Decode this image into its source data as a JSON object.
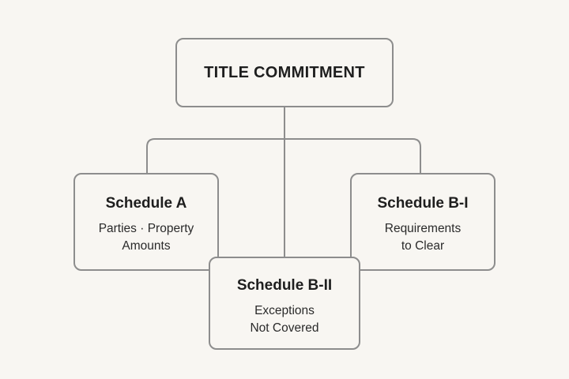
{
  "diagram": {
    "root": {
      "title": "TITLE COMMITMENT"
    },
    "schedule_a": {
      "title": "Schedule A",
      "line1": "Parties · Property",
      "line2": "Amounts"
    },
    "schedule_b1": {
      "title": "Schedule B-I",
      "line1": "Requirements",
      "line2": "to Clear"
    },
    "schedule_b2": {
      "title": "Schedule B-II",
      "line1": "Exceptions",
      "line2": "Not Covered"
    }
  },
  "colors": {
    "background": "#f8f6f2",
    "border": "#8d8d8d",
    "connector": "#8d8d8d",
    "text": "#1e1e1e"
  }
}
